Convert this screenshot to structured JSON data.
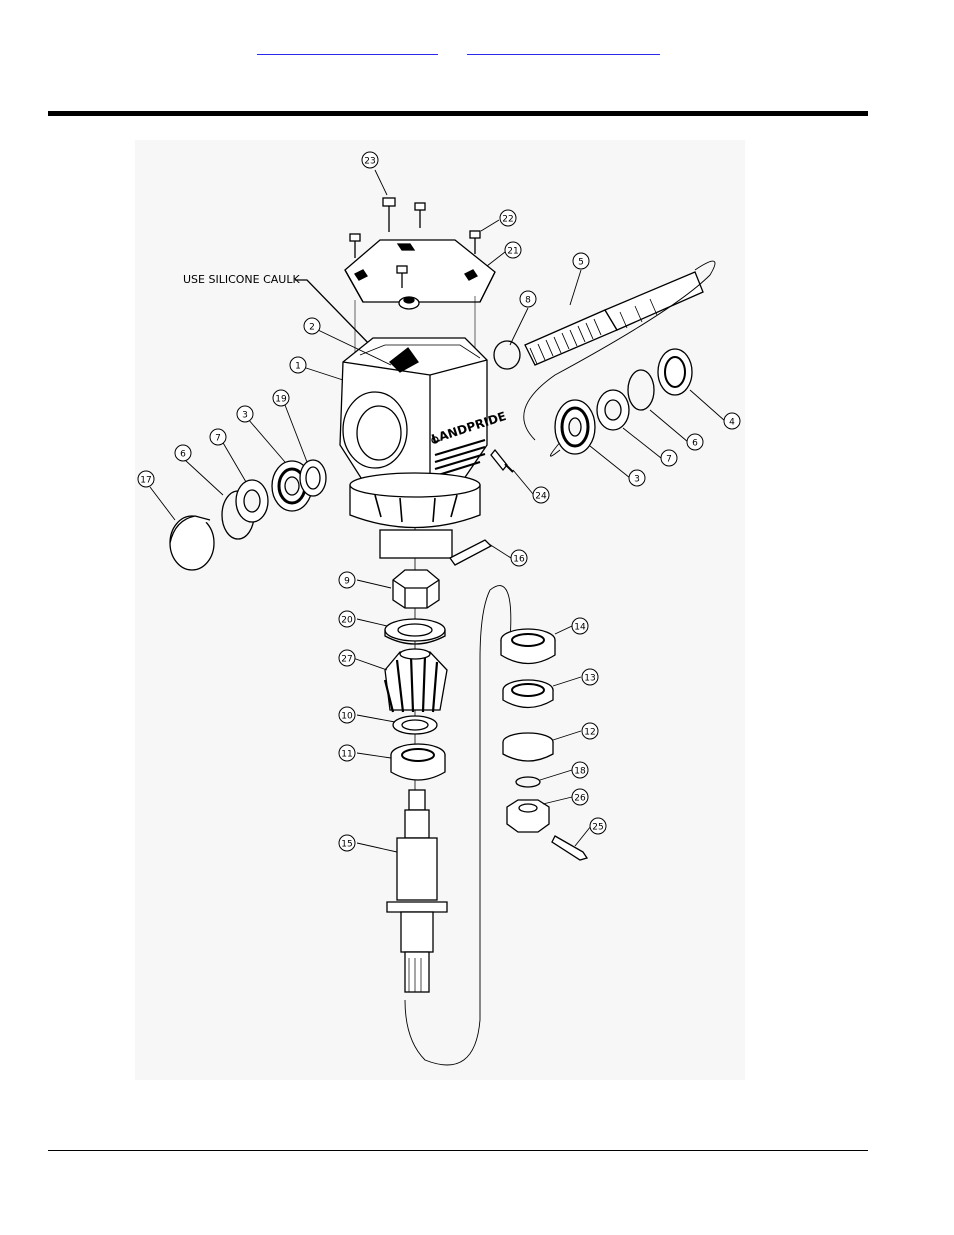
{
  "header": {
    "link_a": "",
    "link_b": ""
  },
  "diagram": {
    "note": "USE SILICONE CAULK",
    "brand": "LANDPRIDE",
    "callouts": [
      {
        "id": "c23",
        "label": "23"
      },
      {
        "id": "c22",
        "label": "22"
      },
      {
        "id": "c21",
        "label": "21"
      },
      {
        "id": "c5",
        "label": "5"
      },
      {
        "id": "c8",
        "label": "8"
      },
      {
        "id": "c2",
        "label": "2"
      },
      {
        "id": "c1",
        "label": "1"
      },
      {
        "id": "c19",
        "label": "19"
      },
      {
        "id": "c3a",
        "label": "3"
      },
      {
        "id": "c7a",
        "label": "7"
      },
      {
        "id": "c6a",
        "label": "6"
      },
      {
        "id": "c17",
        "label": "17"
      },
      {
        "id": "c4",
        "label": "4"
      },
      {
        "id": "c6b",
        "label": "6"
      },
      {
        "id": "c7b",
        "label": "7"
      },
      {
        "id": "c3b",
        "label": "3"
      },
      {
        "id": "c24",
        "label": "24"
      },
      {
        "id": "c16",
        "label": "16"
      },
      {
        "id": "c9",
        "label": "9"
      },
      {
        "id": "c20",
        "label": "20"
      },
      {
        "id": "c27",
        "label": "27"
      },
      {
        "id": "c10",
        "label": "10"
      },
      {
        "id": "c11",
        "label": "11"
      },
      {
        "id": "c15",
        "label": "15"
      },
      {
        "id": "c14",
        "label": "14"
      },
      {
        "id": "c13",
        "label": "13"
      },
      {
        "id": "c12",
        "label": "12"
      },
      {
        "id": "c18",
        "label": "18"
      },
      {
        "id": "c26",
        "label": "26"
      },
      {
        "id": "c25",
        "label": "25"
      }
    ]
  }
}
